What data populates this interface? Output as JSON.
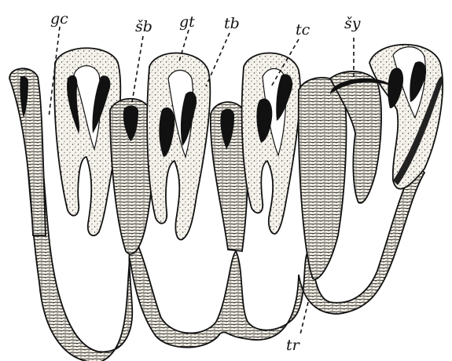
{
  "figure": {
    "labels": {
      "gc": "gc",
      "sb": "šb",
      "gt": "gt",
      "tb": "tb",
      "tc": "tc",
      "sy": "šy",
      "tr": "tr"
    }
  },
  "colors": {
    "ink": "#111111",
    "tissue": "#f4f1ea",
    "lumen": "#ffffff",
    "background": "#ffffff"
  }
}
